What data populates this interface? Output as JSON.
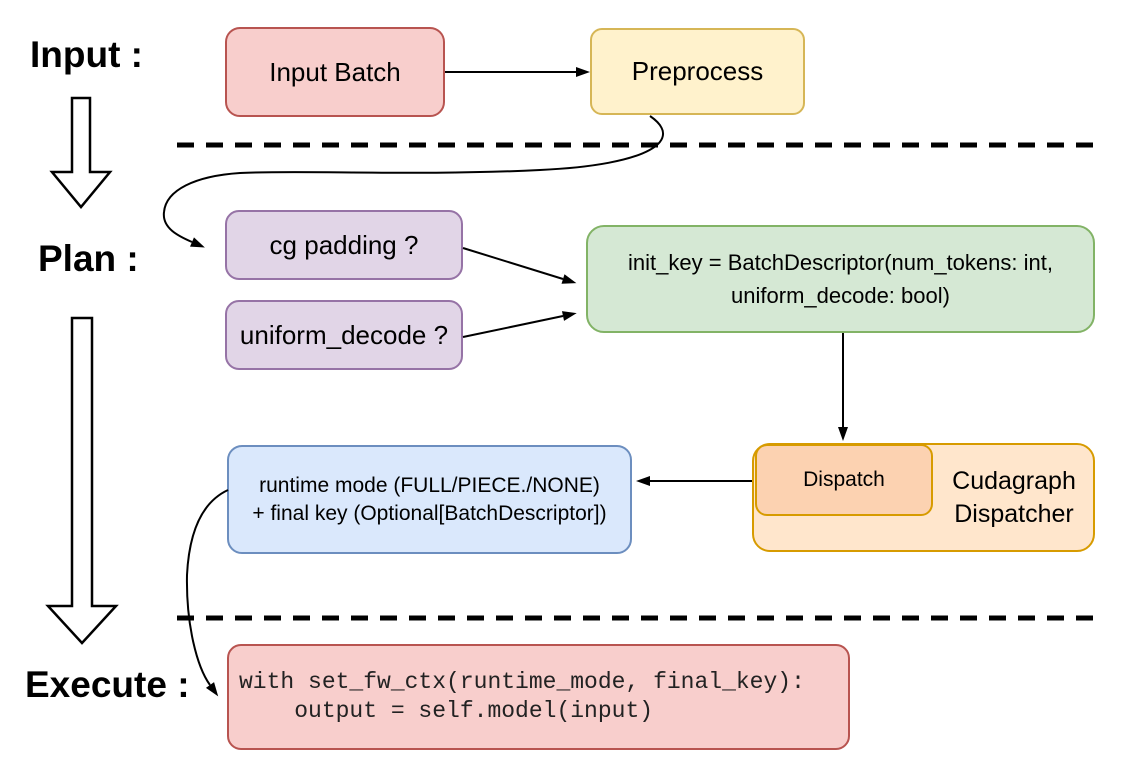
{
  "stages": {
    "input": {
      "label": "Input :"
    },
    "plan": {
      "label": "Plan :"
    },
    "execute": {
      "label": "Execute :"
    }
  },
  "nodes": {
    "input_batch": {
      "label": "Input Batch"
    },
    "preprocess": {
      "label": "Preprocess"
    },
    "cg_padding": {
      "label": "cg padding ?"
    },
    "uniform_decode": {
      "label": "uniform_decode ?"
    },
    "init_key": {
      "line1": "init_key = BatchDescriptor(num_tokens: int,",
      "line2": "uniform_decode: bool)"
    },
    "dispatch": {
      "label": "Dispatch"
    },
    "cudagraph_dispatcher": {
      "line1": "Cudagraph",
      "line2": "Dispatcher"
    },
    "runtime_mode": {
      "line1": "runtime mode (FULL/PIECE./NONE)",
      "line2": "+ final key (Optional[BatchDescriptor])"
    },
    "execute_code": {
      "line1": "with set_fw_ctx(runtime_mode, final_key):",
      "line2": "    output = self.model(input)"
    }
  },
  "colors": {
    "red_fill": "#f8cecc",
    "red_stroke": "#b85450",
    "yellow_fill": "#fff2cc",
    "yellow_stroke": "#d6b656",
    "purple_fill": "#e1d5e7",
    "purple_stroke": "#9673a6",
    "green_fill": "#d5e8d4",
    "green_stroke": "#82b366",
    "blue_fill": "#dae8fc",
    "blue_stroke": "#6c8ebf",
    "orange_fill": "#ffe6cc",
    "orange_stroke": "#d79b00",
    "peach_fill": "#fcd2b1",
    "connector": "#000000"
  }
}
